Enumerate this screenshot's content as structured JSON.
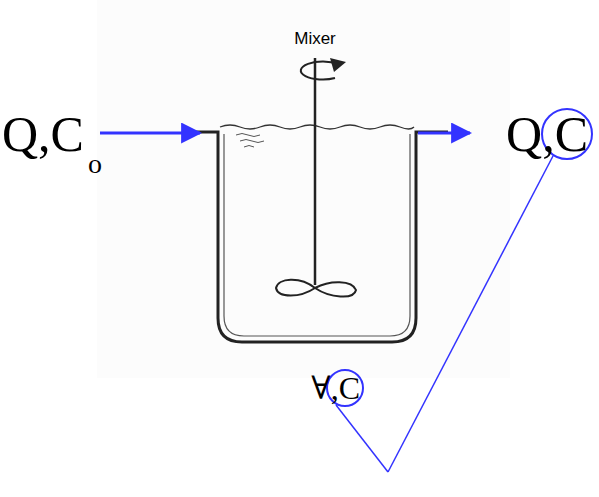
{
  "diagram": {
    "labels": [
      "Mixer",
      "Q,C",
      "o",
      "Q,C",
      "∀,C"
    ]
  }
}
